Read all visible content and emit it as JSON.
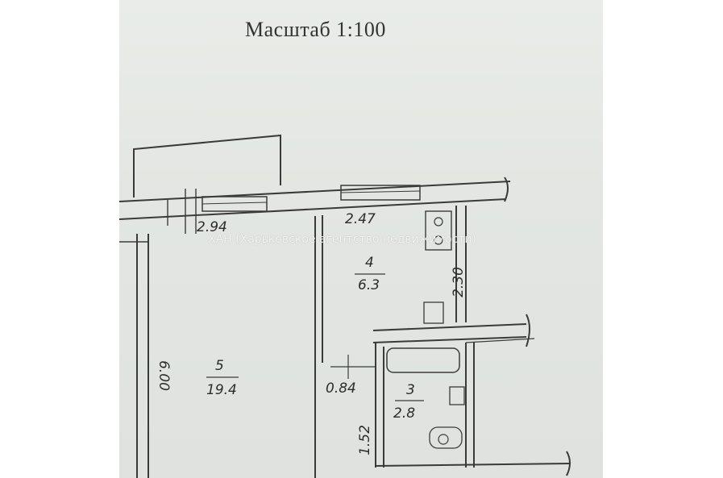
{
  "header": {
    "scale_label": "Масштаб 1:100"
  },
  "watermark": "ХАН (Харьковское агентство недвижимости)",
  "rooms": [
    {
      "number": "5",
      "area": "19.4"
    },
    {
      "number": "4",
      "area": "6.3"
    },
    {
      "number": "3",
      "area": "2.8"
    }
  ],
  "dimensions": {
    "room5_width": "2.94",
    "room5_length": "6.00",
    "room4_width": "2.47",
    "room4_length": "2.30",
    "corridor_width": "0.84",
    "bath_length": "1.52"
  },
  "colors": {
    "paper": "#e6e9e5",
    "ink": "#3a3a3a"
  }
}
